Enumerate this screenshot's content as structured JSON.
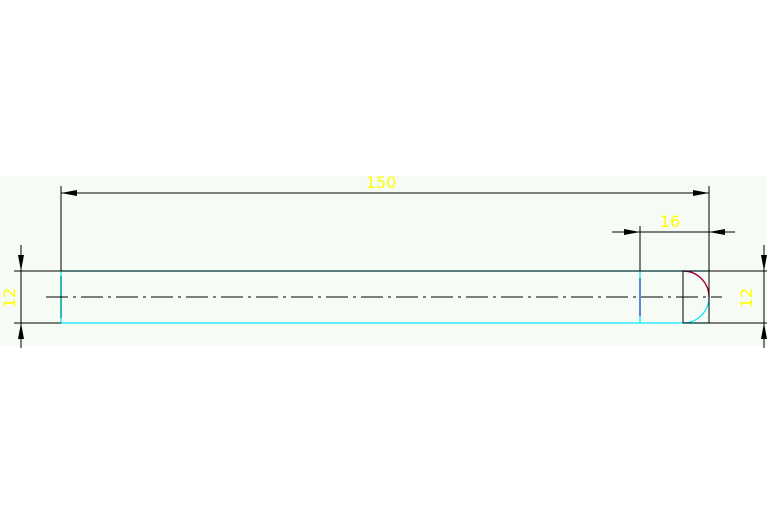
{
  "colors": {
    "background": "#ffffff",
    "band": "#f6fbf6",
    "line": "#000000",
    "part": "#00e5ff",
    "arc": "#a0003c",
    "text": "#ffff00"
  },
  "dimensions": {
    "overall_length": "150",
    "end_length": "16",
    "left_diameter": "12",
    "right_diameter": "12"
  }
}
